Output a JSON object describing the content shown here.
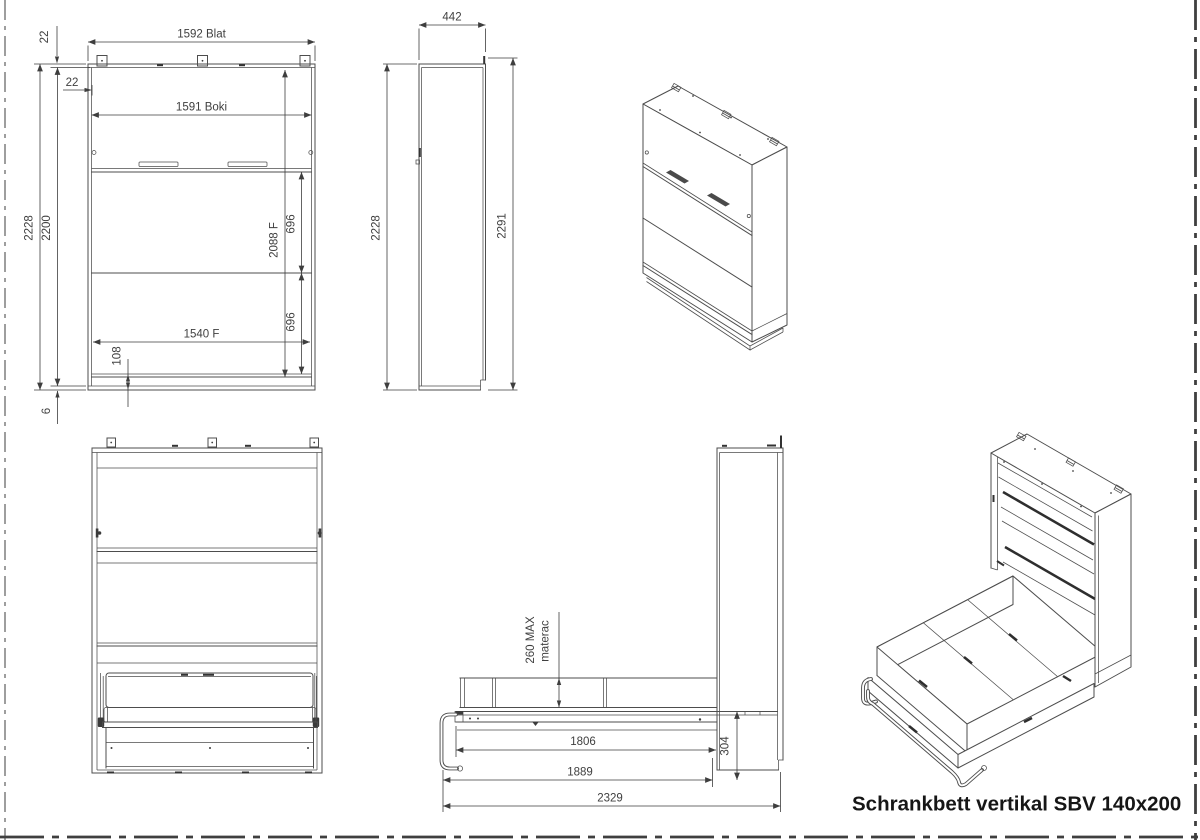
{
  "caption": "Schrankbett vertikal SBV 140x200",
  "colors": {
    "line": "#4d4d4d",
    "dimension": "#3e3e3e",
    "dark_detail": "#2e2e2e",
    "caption_text": "#161616",
    "background": "#ffffff"
  },
  "dims": {
    "front_closed": {
      "top_overhang": "22",
      "top_width": "1592 Blat",
      "side_thickness": "22",
      "inner_width": "1591 Boki",
      "height_total": "2228",
      "height_inner": "2200",
      "front_panel_height": "2088 F",
      "shelf_spacing_upper": "696",
      "shelf_spacing_lower": "696",
      "front_width": "1540 F",
      "bottom_offset": "108",
      "base_gap": "6"
    },
    "side_closed": {
      "depth": "442",
      "height_total": "2228",
      "height_with_brackets": "2291"
    },
    "side_open": {
      "mattress_limit": "260 MAX",
      "mattress_label": "materac",
      "length_inner": "1806",
      "frame_height": "304",
      "length_frame": "1889",
      "depth_total": "2329"
    }
  }
}
